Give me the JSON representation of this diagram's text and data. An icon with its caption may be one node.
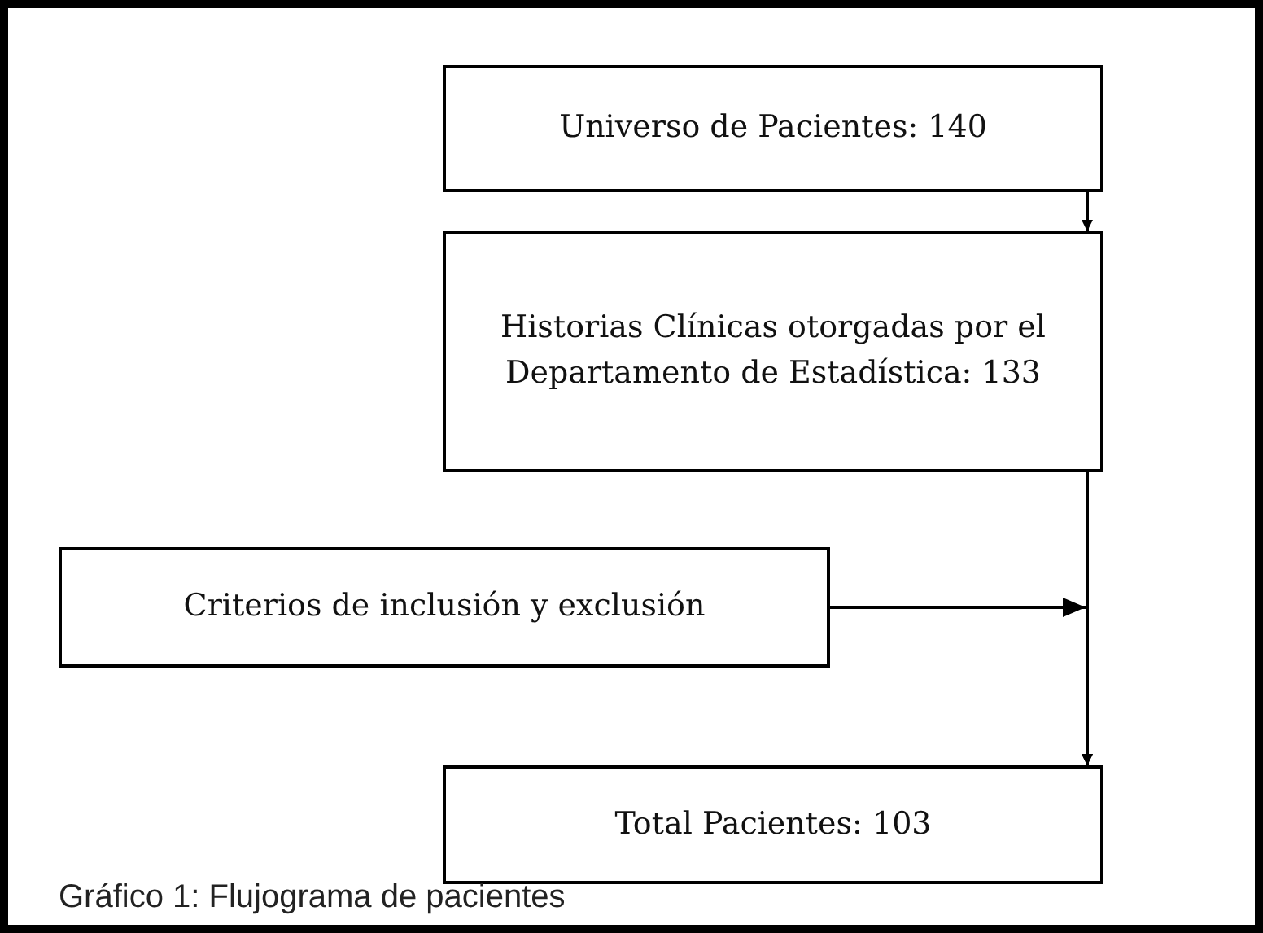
{
  "diagram": {
    "caption": "Gráfico 1: Flujograma de pacientes",
    "nodes": [
      {
        "text": [
          "Universo de Pacientes: 140"
        ]
      },
      {
        "text": [
          "Historias Clínicas otorgadas por el Departamento de Estadística: 133"
        ]
      },
      {
        "text": [
          "Criterios de inclusión y exclusión"
        ]
      },
      {
        "text": [
          "Total Pacientes: 103"
        ]
      }
    ],
    "edges": [
      {
        "from": 0,
        "to": 1,
        "arrow": "to"
      },
      {
        "from": 1,
        "to": 3,
        "arrow": "to"
      },
      {
        "from": 2,
        "to": 3,
        "arrow": "to"
      }
    ]
  }
}
